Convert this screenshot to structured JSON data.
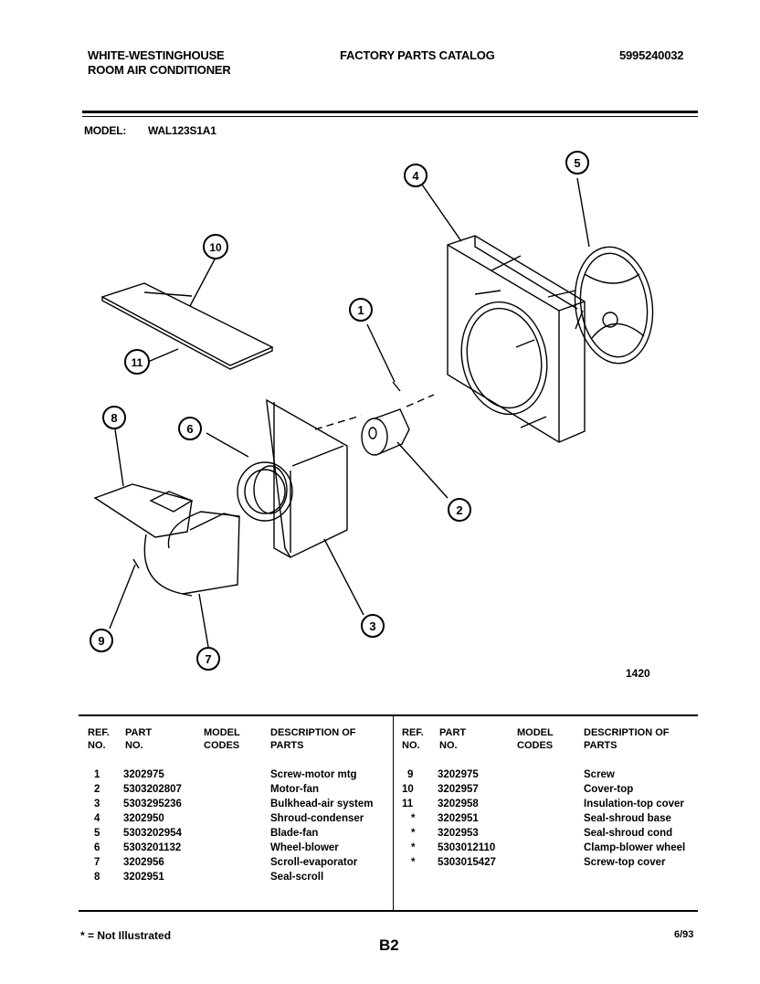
{
  "header": {
    "brand_line1": "WHITE-WESTINGHOUSE",
    "brand_line2": "ROOM AIR CONDITIONER",
    "catalog_title": "FACTORY PARTS CATALOG",
    "catalog_number": "5995240032"
  },
  "model": {
    "label": "MODEL:",
    "value": "WAL123S1A1"
  },
  "diagram": {
    "callouts": [
      "1",
      "2",
      "3",
      "4",
      "5",
      "6",
      "7",
      "8",
      "9",
      "10",
      "11"
    ],
    "figure_number": "1420"
  },
  "table": {
    "headers": {
      "ref": "REF. NO.",
      "part": "PART NO.",
      "model_codes": "MODEL CODES",
      "description": "DESCRIPTION OF PARTS"
    },
    "left_rows": [
      {
        "ref": "1",
        "part": "3202975",
        "desc": "Screw-motor mtg"
      },
      {
        "ref": "2",
        "part": "5303202807",
        "desc": "Motor-fan"
      },
      {
        "ref": "3",
        "part": "5303295236",
        "desc": "Bulkhead-air system"
      },
      {
        "ref": "4",
        "part": "3202950",
        "desc": "Shroud-condenser"
      },
      {
        "ref": "5",
        "part": "5303202954",
        "desc": "Blade-fan"
      },
      {
        "ref": "6",
        "part": "5303201132",
        "desc": "Wheel-blower"
      },
      {
        "ref": "7",
        "part": "3202956",
        "desc": "Scroll-evaporator"
      },
      {
        "ref": "8",
        "part": "3202951",
        "desc": "Seal-scroll"
      }
    ],
    "right_rows": [
      {
        "ref": "9",
        "part": "3202975",
        "desc": "Screw"
      },
      {
        "ref": "10",
        "part": "3202957",
        "desc": "Cover-top"
      },
      {
        "ref": "11",
        "part": "3202958",
        "desc": "Insulation-top cover"
      },
      {
        "ref": "*",
        "part": "3202951",
        "desc": "Seal-shroud base"
      },
      {
        "ref": "*",
        "part": "3202953",
        "desc": "Seal-shroud cond"
      },
      {
        "ref": "*",
        "part": "5303012110",
        "desc": "Clamp-blower wheel"
      },
      {
        "ref": "*",
        "part": "5303015427",
        "desc": "Screw-top cover"
      }
    ]
  },
  "footer": {
    "note": "* = Not Illustrated",
    "page": "B2",
    "date": "6/93"
  }
}
